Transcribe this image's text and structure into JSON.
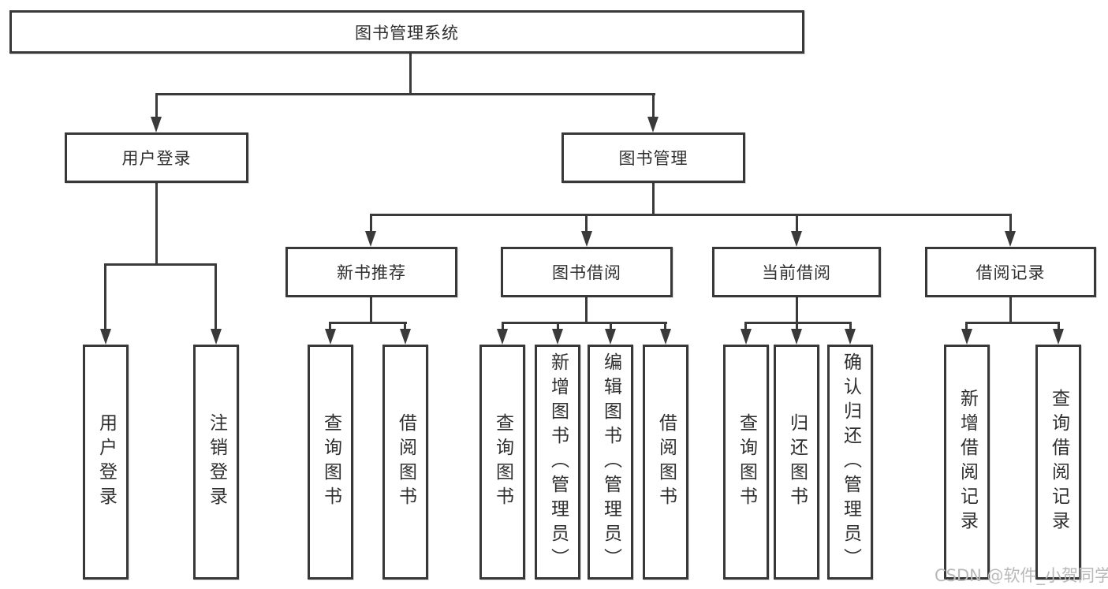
{
  "diagram_title": "图书管理系统",
  "nodes": {
    "root": "图书管理系统",
    "user_login": "用户登录",
    "book_mgmt": "图书管理",
    "new_book_rec": "新书推荐",
    "book_borrow": "图书借阅",
    "current_borrow": "当前借阅",
    "borrow_records": "借阅记录",
    "ul_login": "用户登录",
    "ul_logout": "注销登录",
    "nb_query": "查询图书",
    "nb_borrow": "借阅图书",
    "bb_query": "查询图书",
    "bb_add": "新增图书（管理员）",
    "bb_edit": "编辑图书（管理员）",
    "bb_borrow": "借阅图书",
    "cb_query": "查询图书",
    "cb_return": "归还图书",
    "cb_confirm": "确认归还（管理员）",
    "br_add": "新增借阅记录",
    "br_query": "查询借阅记录"
  },
  "hierarchy": {
    "图书管理系统": {
      "用户登录": [
        "用户登录",
        "注销登录"
      ],
      "图书管理": {
        "新书推荐": [
          "查询图书",
          "借阅图书"
        ],
        "图书借阅": [
          "查询图书",
          "新增图书（管理员）",
          "编辑图书（管理员）",
          "借阅图书"
        ],
        "当前借阅": [
          "查询图书",
          "归还图书",
          "确认归还（管理员）"
        ],
        "借阅记录": [
          "新增借阅记录",
          "查询借阅记录"
        ]
      }
    }
  },
  "watermark": "CSDN @软件_小贺同学",
  "colors": {
    "line": "#3a3a3a",
    "text": "#2f2f2f",
    "watermark": "#b9b9b9",
    "background": "#ffffff"
  }
}
